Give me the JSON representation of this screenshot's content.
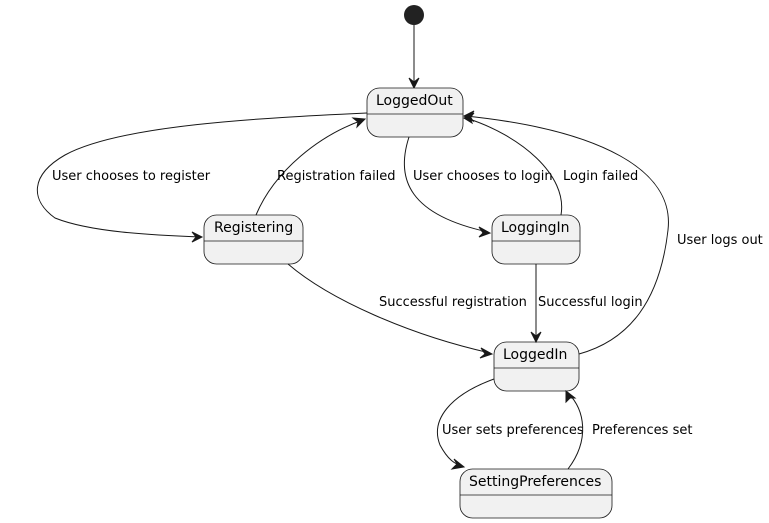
{
  "diagram": {
    "states": {
      "logged_out": "LoggedOut",
      "registering": "Registering",
      "logging_in": "LoggingIn",
      "logged_in": "LoggedIn",
      "setting_preferences": "SettingPreferences"
    },
    "transitions": {
      "choose_register": "User chooses to register",
      "registration_failed": "Registration failed",
      "choose_login": "User chooses to login",
      "login_failed": "Login failed",
      "logs_out": "User logs out",
      "successful_registration": "Successful registration",
      "successful_login": "Successful login",
      "sets_preferences": "User sets preferences",
      "preferences_set": "Preferences set"
    }
  }
}
